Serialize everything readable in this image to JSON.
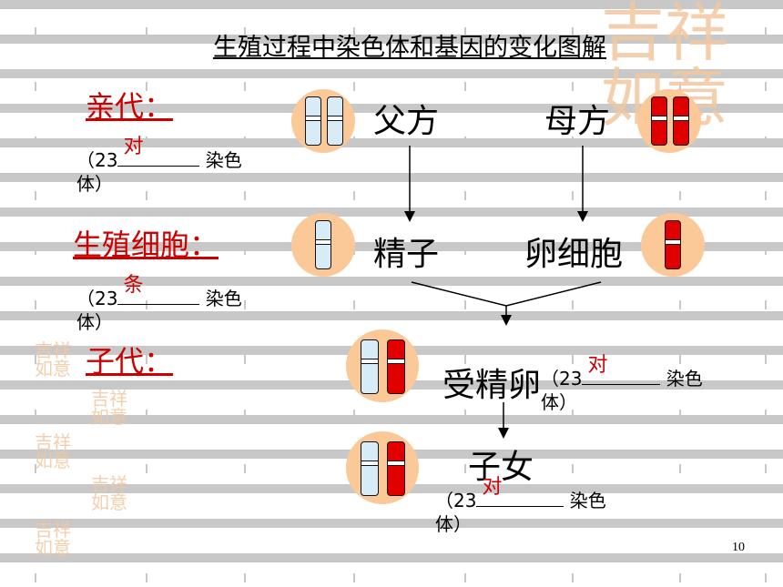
{
  "title": "生殖过程中染色体和基因的变化图解",
  "parent": {
    "label": "亲代：",
    "note_prefix": "（23",
    "fill": "对",
    "note_suffix": " 染色",
    "note_line2": "体）"
  },
  "germ": {
    "label": "生殖细胞：",
    "note_prefix": "（23",
    "fill": "条",
    "note_suffix": " 染色",
    "note_line2": "体）"
  },
  "child": {
    "label": "子代："
  },
  "father": "父方",
  "mother": "母方",
  "sperm": "精子",
  "egg": "卵细胞",
  "zygote": {
    "label": "受精卵",
    "note_prefix": "（23",
    "fill": "对",
    "note_suffix": " 染色",
    "note_line2": "体）"
  },
  "offspring": {
    "label": "子女",
    "note_prefix": "（23",
    "fill": "对",
    "note_suffix": " 染色",
    "note_line2": "体）"
  },
  "page_number": "10",
  "colors": {
    "accent": "#cc0000",
    "circle": "#fbc997",
    "blue_chromosome": "#d8ecf7",
    "red_chromosome": "#e00000"
  },
  "icons": [
    "seal-icon"
  ]
}
